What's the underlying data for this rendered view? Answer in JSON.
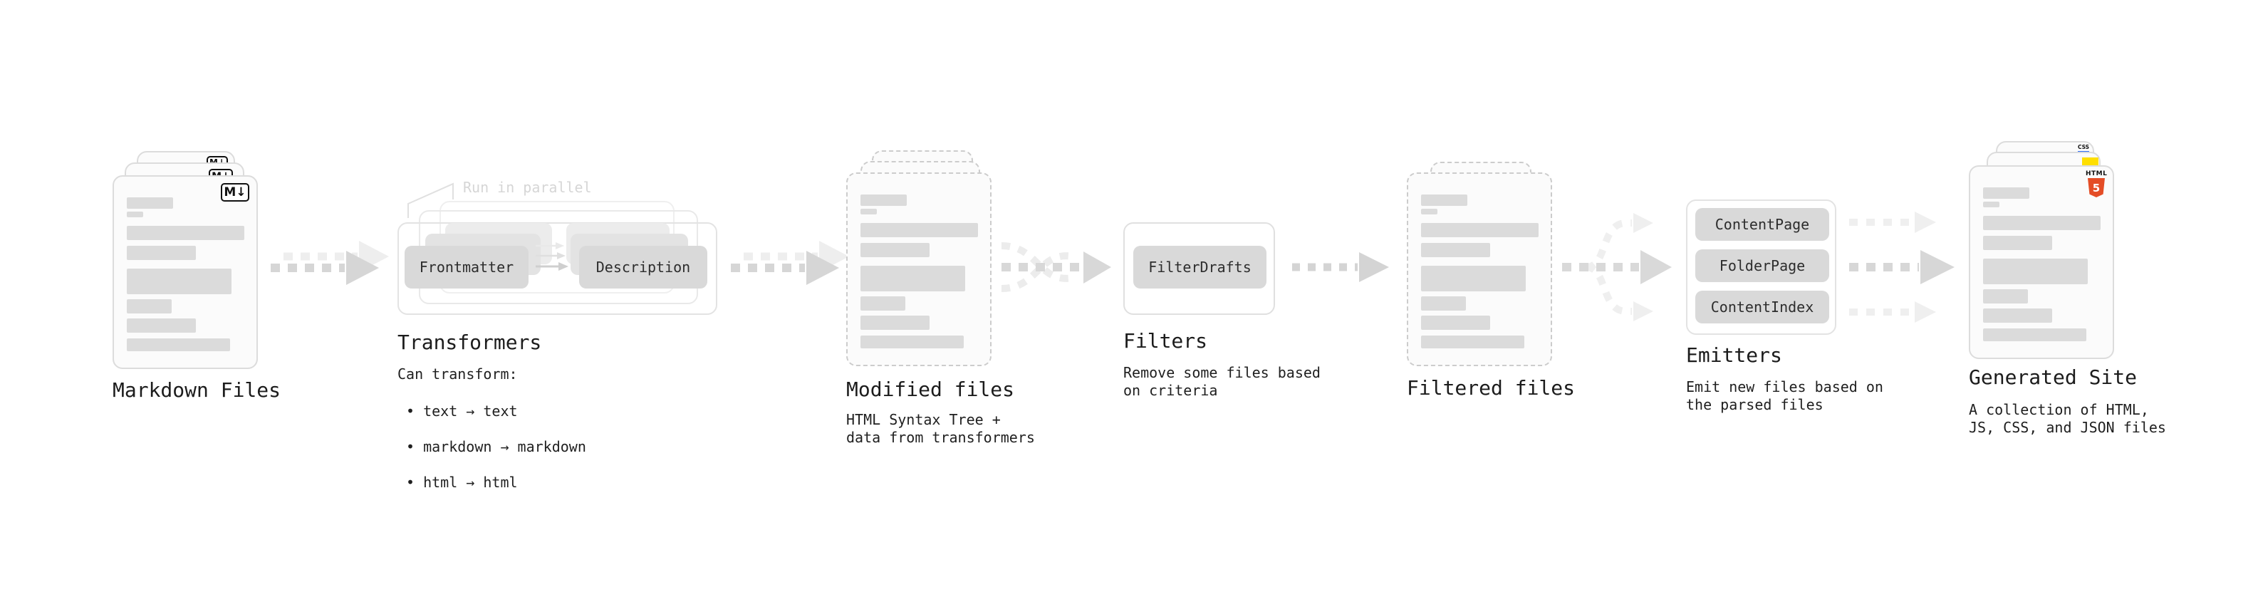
{
  "colors": {
    "accent_orange": "#e44d26",
    "accent_yellow": "#ffdf00",
    "accent_blue": "#2f6df6",
    "bar_gray": "#dbdbdb",
    "text": "#1c1c1c",
    "muted_annotation": "#d6d6d6"
  },
  "stages": {
    "markdown_files": {
      "title": "Markdown Files",
      "badge": "M↓"
    },
    "transformers": {
      "title": "Transformers",
      "annotation": "Run in parallel",
      "pill_left": "Frontmatter",
      "pill_right": "Description",
      "heading": "Can transform:",
      "bullets": [
        "• text → text",
        "• markdown → markdown",
        "• html → html"
      ]
    },
    "modified_files": {
      "title": "Modified files",
      "description": "HTML Syntax Tree +\ndata from transformers"
    },
    "filters": {
      "title": "Filters",
      "pill": "FilterDrafts",
      "description": "Remove some files based\non criteria"
    },
    "filtered_files": {
      "title": "Filtered files"
    },
    "emitters": {
      "title": "Emitters",
      "pills": [
        "ContentPage",
        "FolderPage",
        "ContentIndex"
      ],
      "description": "Emit new files based on\nthe parsed files"
    },
    "generated_site": {
      "title": "Generated Site",
      "description": "A collection of HTML,\nJS, CSS, and JSON files",
      "badge_html_label": "HTML",
      "badge_html_number": "5",
      "badge_css_label": "CSS"
    }
  }
}
